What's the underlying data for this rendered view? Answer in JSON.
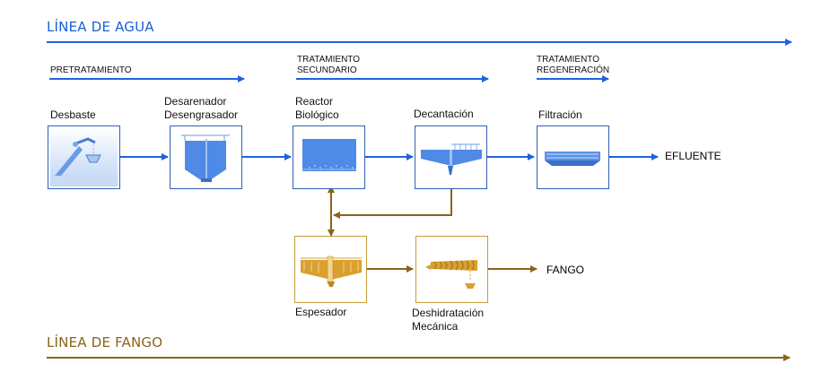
{
  "water_line": {
    "title": "LÍNEA DE AGUA"
  },
  "sludge_line": {
    "title": "LÍNEA DE FANGO"
  },
  "phases": {
    "pretreatment": "PRETRATAMIENTO",
    "secondary": {
      "line1": "TRATAMIENTO",
      "line2": "SECUNDARIO"
    },
    "regeneration": {
      "line1": "TRATAMIENTO",
      "line2": "REGENERACIÓN"
    }
  },
  "units": {
    "desbaste": {
      "label": "Desbaste"
    },
    "desarenador": {
      "line1": "Desarenador",
      "line2": "Desengrasador"
    },
    "reactor": {
      "line1": "Reactor",
      "line2": "Biológico"
    },
    "decantacion": {
      "label": "Decantación"
    },
    "filtracion": {
      "label": "Filtración"
    },
    "espesador": {
      "label": "Espesador"
    },
    "deshidratacion": {
      "line1": "Deshidratación",
      "line2": "Mecánica"
    }
  },
  "outputs": {
    "effluent": "EFLUENTE",
    "sludge": "FANGO"
  },
  "colors": {
    "water": "#1a5fd6",
    "water_arrow": "#1e63dc",
    "sludge": "#8a6418",
    "sludge_border": "#c99a3a",
    "tank_blue": "#3d7be0",
    "tank_gold": "#d9a030"
  }
}
